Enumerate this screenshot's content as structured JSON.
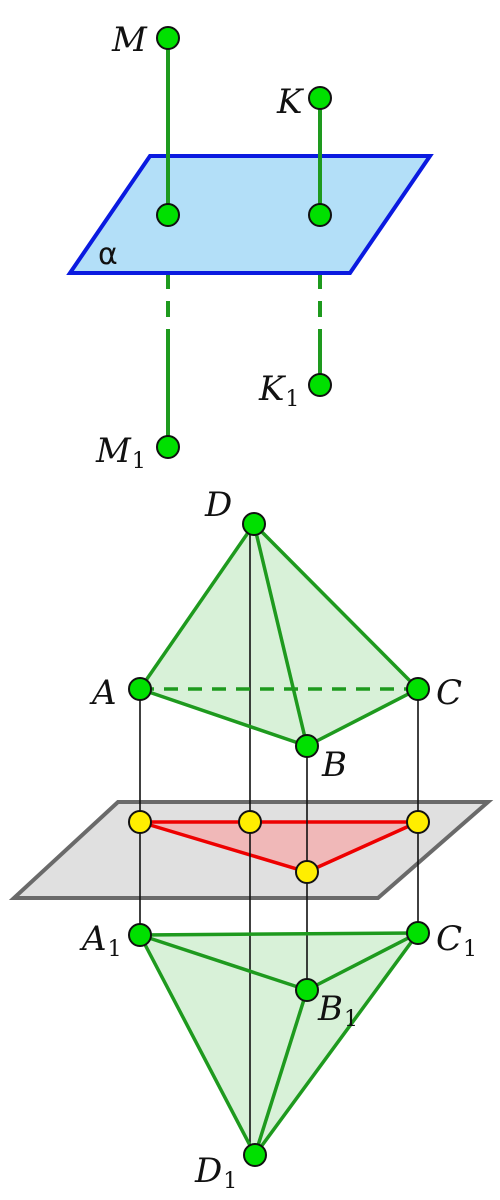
{
  "colors": {
    "point_green": "#00e000",
    "segment_green": "#1e9a1e",
    "plane_blue_fill": "#b3dff8",
    "plane_blue_stroke": "#0a1ae0",
    "plane_gray_fill": "#e0e0e0",
    "plane_gray_stroke": "#6a6a6a",
    "tetra_fill": "#d8f1d8",
    "projection_fill": "#f0b8b8",
    "projection_stroke": "#ee0000",
    "projection_point": "#ffee00"
  },
  "top_figure": {
    "plane_label": "α",
    "points": {
      "M": {
        "letter": "M",
        "sub": ""
      },
      "K": {
        "letter": "K",
        "sub": ""
      },
      "K1": {
        "letter": "K",
        "sub": "1"
      },
      "M1": {
        "letter": "M",
        "sub": "1"
      }
    }
  },
  "bottom_figure": {
    "points": {
      "D": {
        "letter": "D",
        "sub": ""
      },
      "A": {
        "letter": "A",
        "sub": ""
      },
      "C": {
        "letter": "C",
        "sub": ""
      },
      "B": {
        "letter": "B",
        "sub": ""
      },
      "A1": {
        "letter": "A",
        "sub": "1"
      },
      "C1": {
        "letter": "C",
        "sub": "1"
      },
      "B1": {
        "letter": "B",
        "sub": "1"
      },
      "D1": {
        "letter": "D",
        "sub": "1"
      }
    }
  }
}
